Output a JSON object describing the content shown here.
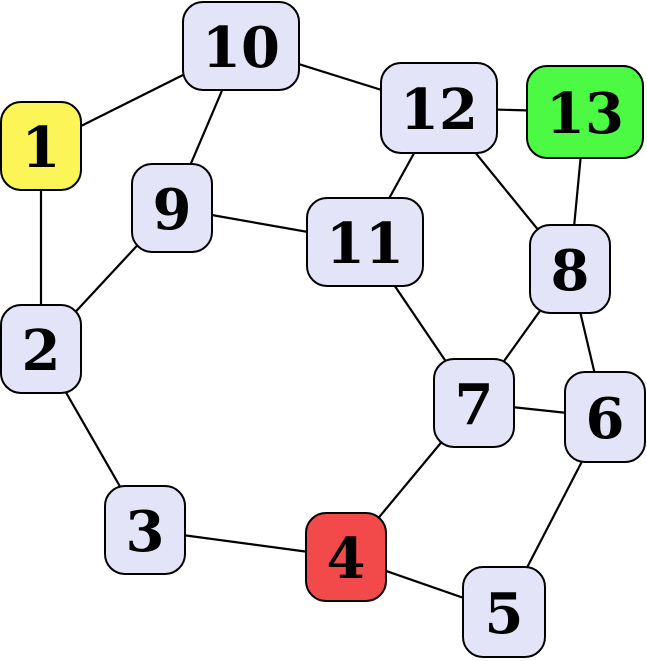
{
  "colors": {
    "default_fill": "#e4e4f8",
    "highlight_yellow": "#fbf557",
    "highlight_red": "#f24a4a",
    "highlight_green": "#4dfa43",
    "stroke": "#000000"
  },
  "nodes": [
    {
      "id": "1",
      "label": "1",
      "fill": "#fbf557"
    },
    {
      "id": "2",
      "label": "2",
      "fill": "#e4e4f8"
    },
    {
      "id": "3",
      "label": "3",
      "fill": "#e4e4f8"
    },
    {
      "id": "4",
      "label": "4",
      "fill": "#f24a4a"
    },
    {
      "id": "5",
      "label": "5",
      "fill": "#e4e4f8"
    },
    {
      "id": "6",
      "label": "6",
      "fill": "#e4e4f8"
    },
    {
      "id": "7",
      "label": "7",
      "fill": "#e4e4f8"
    },
    {
      "id": "8",
      "label": "8",
      "fill": "#e4e4f8"
    },
    {
      "id": "9",
      "label": "9",
      "fill": "#e4e4f8"
    },
    {
      "id": "10",
      "label": "10",
      "fill": "#e4e4f8"
    },
    {
      "id": "11",
      "label": "11",
      "fill": "#e4e4f8"
    },
    {
      "id": "12",
      "label": "12",
      "fill": "#e4e4f8"
    },
    {
      "id": "13",
      "label": "13",
      "fill": "#4dfa43"
    }
  ],
  "edges": [
    [
      "1",
      "10"
    ],
    [
      "1",
      "2"
    ],
    [
      "10",
      "9"
    ],
    [
      "10",
      "12"
    ],
    [
      "12",
      "13"
    ],
    [
      "12",
      "11"
    ],
    [
      "12",
      "8"
    ],
    [
      "13",
      "8"
    ],
    [
      "9",
      "11"
    ],
    [
      "9",
      "2"
    ],
    [
      "11",
      "7"
    ],
    [
      "8",
      "7"
    ],
    [
      "8",
      "6"
    ],
    [
      "7",
      "6"
    ],
    [
      "7",
      "4"
    ],
    [
      "2",
      "3"
    ],
    [
      "3",
      "4"
    ],
    [
      "4",
      "5"
    ],
    [
      "5",
      "6"
    ]
  ]
}
